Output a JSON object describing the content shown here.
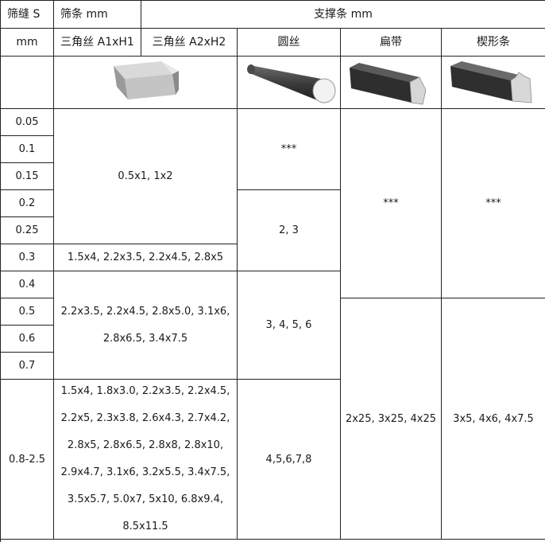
{
  "header": {
    "slot_label": "筛缝 S",
    "slot_unit": "mm",
    "screen_bar": "筛条 mm",
    "support_bar": "支撑条 mm",
    "tri_a1h1": "三角丝 A1xH1",
    "tri_a2h2": "三角丝 A2xH2",
    "round_wire": "圆丝",
    "flat_bar": "扁带",
    "wedge_bar": "楔形条"
  },
  "icons": {
    "tri": "triangle-wire-icon",
    "round": "round-wire-icon",
    "flat": "flat-bar-icon",
    "wedge": "wedge-bar-icon"
  },
  "slots": [
    "0.05",
    "0.1",
    "0.15",
    "0.2",
    "0.25",
    "0.3",
    "0.4",
    "0.5",
    "0.6",
    "0.7",
    "0.8-2.5"
  ],
  "screen_sizes": {
    "g1": "0.5x1, 1x2",
    "g2": "1.5x4, 2.2x3.5, 2.2x4.5, 2.8x5",
    "g3_l1": "2.2x3.5, 2.2x4.5, 2.8x5.0, 3.1x6,",
    "g3_l2": "2.8x6.5, 3.4x7.5",
    "g4_l1": "1.5x4, 1.8x3.0, 2.2x3.5, 2.2x4.5,",
    "g4_l2": "2.2x5, 2.3x3.8, 2.6x4.3, 2.7x4.2,",
    "g4_l3": "2.8x5, 2.8x6.5, 2.8x8, 2.8x10,",
    "g4_l4": "2.9x4.7, 3.1x6, 3.2x5.5, 3.4x7.5,",
    "g4_l5": "3.5x5.7, 5.0x7, 5x10, 6.8x9.4,",
    "g4_l6": "8.5x11.5"
  },
  "round_sizes": {
    "r1": "***",
    "r2": "2, 3",
    "r3": "3, 4, 5, 6",
    "r4": "4,5,6,7,8"
  },
  "flat_sizes": {
    "f1": "***",
    "f2": "2x25, 3x25, 4x25"
  },
  "wedge_sizes": {
    "w1": "***",
    "w2": "3x5, 4x6, 4x7.5"
  },
  "colors": {
    "border": "#222222",
    "bar_dark": "#3a3a3a",
    "bar_light": "#cfcfcf"
  }
}
